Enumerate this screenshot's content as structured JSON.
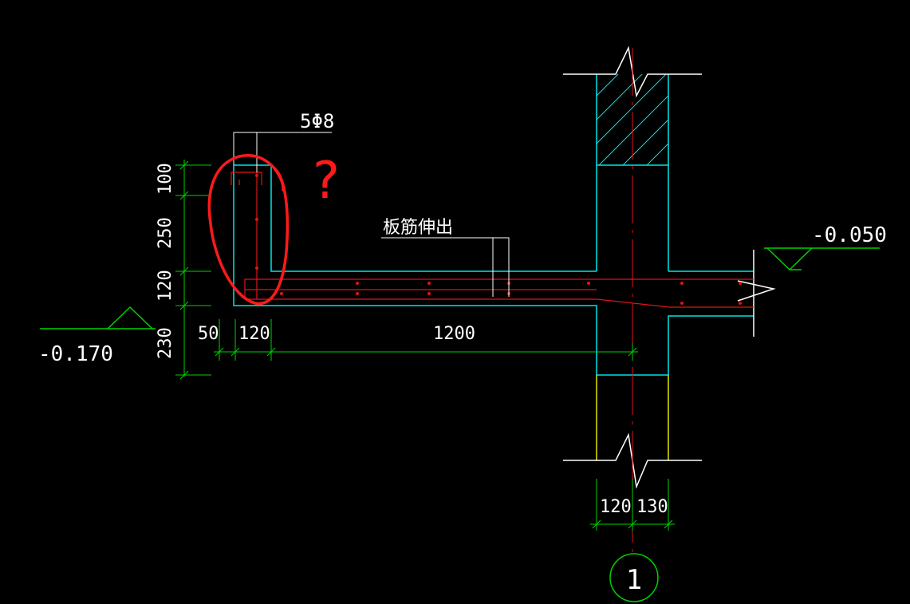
{
  "colors": {
    "background": "#000000",
    "outline": "#00e5e5",
    "rebar": "#e01515",
    "dimension": "#00d000",
    "text": "#ffffff",
    "hatch": "#00e5e5",
    "column_lower": "#e5e500",
    "markup": "#ff1a1a"
  },
  "labels": {
    "rebar_spec": "5Φ8",
    "slab_rebar_note": "板筋伸出",
    "elev_right": "-0.050",
    "elev_left": "-0.170",
    "markup_question": "?",
    "axis_number": "1"
  },
  "dimensions": {
    "vertical": [
      "100",
      "250",
      "120",
      "230"
    ],
    "horizontal": [
      "50",
      "120",
      "1200"
    ],
    "wall": [
      "120",
      "130"
    ]
  }
}
